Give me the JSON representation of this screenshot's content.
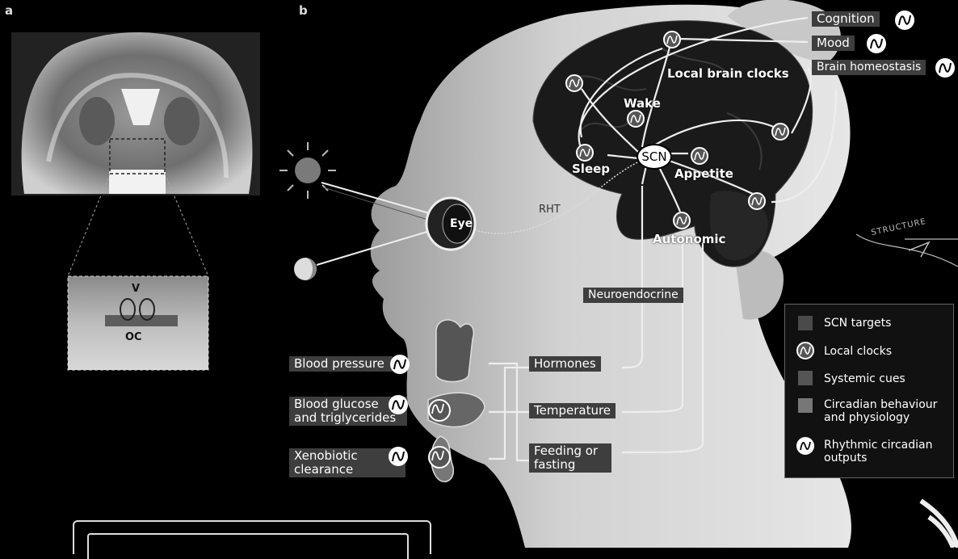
{
  "panels": {
    "a": "a",
    "b": "b"
  },
  "panel_a": {
    "label_v": "V",
    "label_oc": "OC"
  },
  "brain_region_labels": {
    "scn": "SCN",
    "wake": "Wake",
    "sleep": "Sleep",
    "appetite": "Appetite",
    "autonomic": "Autonomic",
    "local_brain_clocks": "Local brain clocks",
    "eye": "Eye",
    "rht": "RHT",
    "neuroendocrine": "Neuroendocrine"
  },
  "outputs_top": {
    "cognition": "Cognition",
    "mood": "Mood",
    "brain_homeostasis": "Brain homeostasis"
  },
  "systemic_cues": {
    "hormones": "Hormones",
    "temperature": "Temperature",
    "feeding": "Feeding or fasting"
  },
  "body_outputs": {
    "blood_pressure": "Blood pressure",
    "blood_glucose": "Blood glucose and triglycerides",
    "xenobiotic": "Xenobiotic clearance"
  },
  "legend": {
    "items": [
      {
        "label": "SCN targets",
        "swatch": "#4a4a4a"
      },
      {
        "label": "Local clocks",
        "swatch": "clock"
      },
      {
        "label": "Systemic cues",
        "swatch": "#555555"
      },
      {
        "label": "Circadian behaviour and physiology",
        "swatch": "#777777"
      },
      {
        "label": "Rhythmic circadian outputs",
        "swatch": "rhythm"
      }
    ]
  },
  "handwritten_note": "STRUCTURE",
  "colors": {
    "background": "#000000",
    "label_box": "#3e3e3e",
    "head": "#d0d0d0",
    "brain": "#1c1c1c"
  }
}
